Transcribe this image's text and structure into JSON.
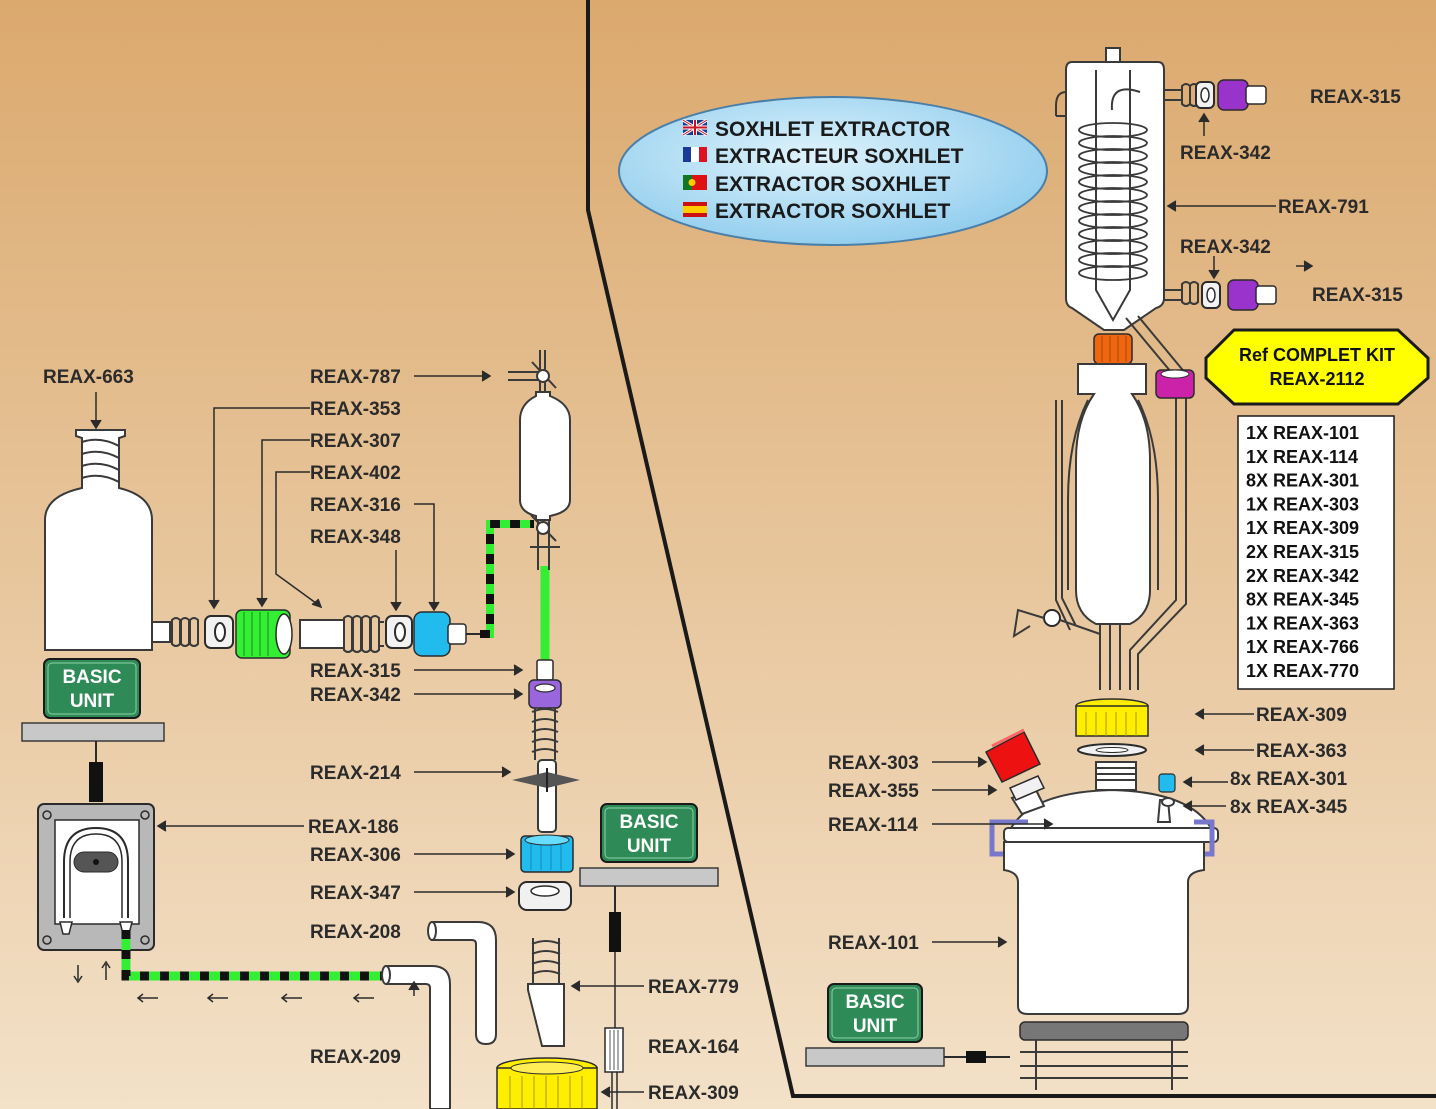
{
  "legend": {
    "items": [
      {
        "flag": "uk-flag",
        "text": "SOXHLET EXTRACTOR"
      },
      {
        "flag": "fr-flag",
        "text": "EXTRACTEUR SOXHLET"
      },
      {
        "flag": "pt-flag",
        "text": "EXTRACTOR SOXHLET"
      },
      {
        "flag": "es-flag",
        "text": "EXTRACTOR SOXHLET"
      }
    ]
  },
  "kit": {
    "title_line1": "Ref COMPLET KIT",
    "title_line2": "REAX-2112",
    "items": [
      "1X  REAX-101",
      "1X  REAX-114",
      "8X  REAX-301",
      "1X  REAX-303",
      "1X  REAX-309",
      "2X  REAX-315",
      "2X  REAX-342",
      "8X  REAX-345",
      "1X  REAX-363",
      "1X  REAX-766",
      "1X  REAX-770"
    ]
  },
  "basic_unit": {
    "line1": "BASIC",
    "line2": "UNIT"
  },
  "labels": {
    "left": {
      "r663": "REAX-663",
      "r787": "REAX-787",
      "r353": "REAX-353",
      "r307": "REAX-307",
      "r402": "REAX-402",
      "r316": "REAX-316",
      "r348": "REAX-348",
      "r315": "REAX-315",
      "r342": "REAX-342",
      "r214": "REAX-214",
      "r186": "REAX-186",
      "r306": "REAX-306",
      "r347": "REAX-347",
      "r208": "REAX-208",
      "r779": "REAX-779",
      "r164": "REAX-164",
      "r209": "REAX-209",
      "r309": "REAX-309"
    },
    "right": {
      "r315a": "REAX-315",
      "r342a": "REAX-342",
      "r791": "REAX-791",
      "r342b": "REAX-342",
      "r315b": "REAX-315",
      "r309": "REAX-309",
      "r363": "REAX-363",
      "r303": "REAX-303",
      "r301": "8x REAX-301",
      "r355": "REAX-355",
      "r345": "8x REAX-345",
      "r114": "REAX-114",
      "r101": "REAX-101"
    }
  },
  "colors": {
    "bg_top": "#dba96e",
    "bg_bottom": "#f3e1c8",
    "legend_fill": "#a8d8f0",
    "kit_fill": "#ffff00",
    "unit_green": "#2e8b57",
    "cap_green": "#33ee33",
    "cap_cyan": "#22bbee",
    "cap_purple": "#9933cc",
    "cap_yellow": "#ffee00",
    "cap_red": "#ee1111",
    "cap_orange": "#ee6611",
    "tube_green": "#33ee33",
    "clamp_blue": "#7777cc"
  }
}
